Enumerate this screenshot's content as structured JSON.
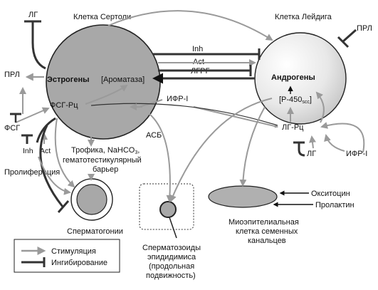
{
  "sertoli": {
    "title": "Клетка Сертоли",
    "estrogens": "Эстрогены",
    "aromatase": "[Ароматаза]",
    "fsh_receptor": "ФСГ-Рц"
  },
  "leydig": {
    "title": "Клетка Лейдига",
    "androgens": "Андрогены",
    "p450_main": "[P-450",
    "p450_sub": "scc",
    "p450_end": "]",
    "lh_receptor": "ЛГ-Рц"
  },
  "labels": {
    "lh_top": "ЛГ",
    "prl_left": "ПРЛ",
    "prl_right": "ПРЛ",
    "fsh": "ФСГ",
    "inh_small": "Inh",
    "act_small": "Act",
    "proliferation": "Пролиферация",
    "inh": "Inh",
    "act": "Act",
    "lhrh": "ЛГРГ",
    "igf1_mid": "ИФР-I",
    "abp": "АСБ",
    "trophic_line1": "Трофика, NaHCO",
    "trophic_sub": "3",
    "trophic_line2": "гематотестикулярный",
    "trophic_line3": "барьер",
    "lh_bottom": "ЛГ",
    "igf1_right": "ИФР-I",
    "oxytocin": "Окситоцин",
    "prolactin": "Пролактин"
  },
  "cells": {
    "spermatogonia": "Сперматогонии",
    "sperm_line1": "Сперматозоиды",
    "sperm_line2": "эпидидимиса",
    "sperm_line3": "(продольная",
    "sperm_line4": "подвижность)",
    "myo_line1": "Миоэпителиальная",
    "myo_line2": "клетка семенных",
    "myo_line3": "канальцев"
  },
  "legend": {
    "stimulation": "Стимуляция",
    "inhibition": "Ингибирование"
  },
  "colors": {
    "cell_fill": "#a8a8a8",
    "stim_arrow": "#9a9a9a",
    "inhib_line": "#333333",
    "ellipse_fill": "#b0b0b0"
  }
}
